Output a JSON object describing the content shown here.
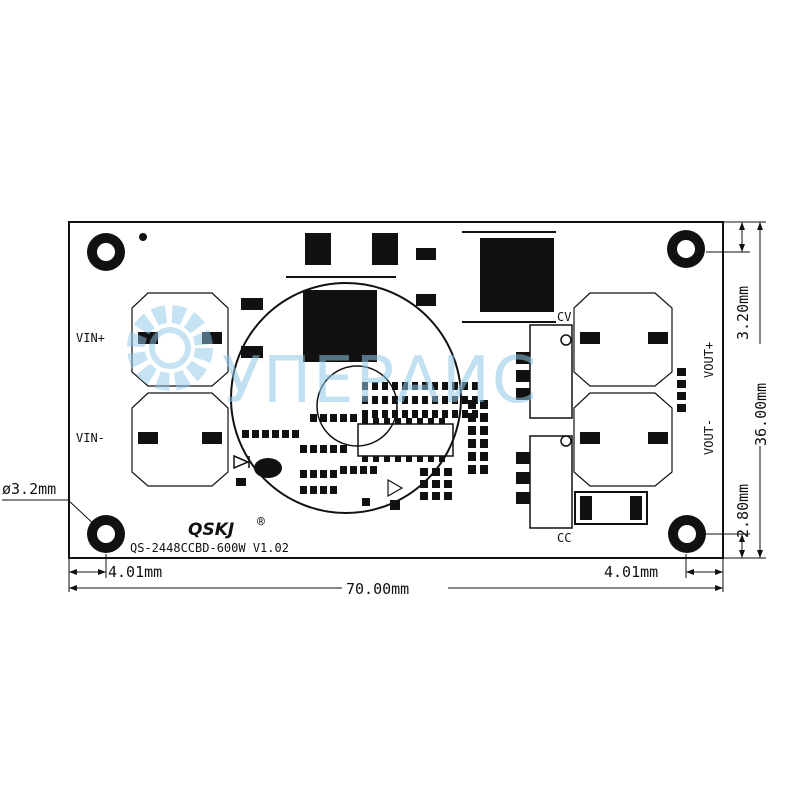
{
  "board": {
    "model": "QS-2448CCBD-600W V1.02",
    "brand": "QSKJ",
    "registered": "®",
    "labels": {
      "vin_plus": "VIN+",
      "vin_minus": "VIN-",
      "vout_plus": "VOUT+",
      "vout_minus": "VOUT-",
      "cv": "CV",
      "cc": "CC"
    }
  },
  "dimensions": {
    "hole_diameter": "ø3.2mm",
    "left_offset": "4.01mm",
    "right_offset": "4.01mm",
    "width": "70.00mm",
    "height": "36.00mm",
    "top_offset": "3.20mm",
    "bottom_offset": "2.80mm"
  },
  "watermark": {
    "text": "УПЕРАИС",
    "color": "#8fc8e8"
  }
}
